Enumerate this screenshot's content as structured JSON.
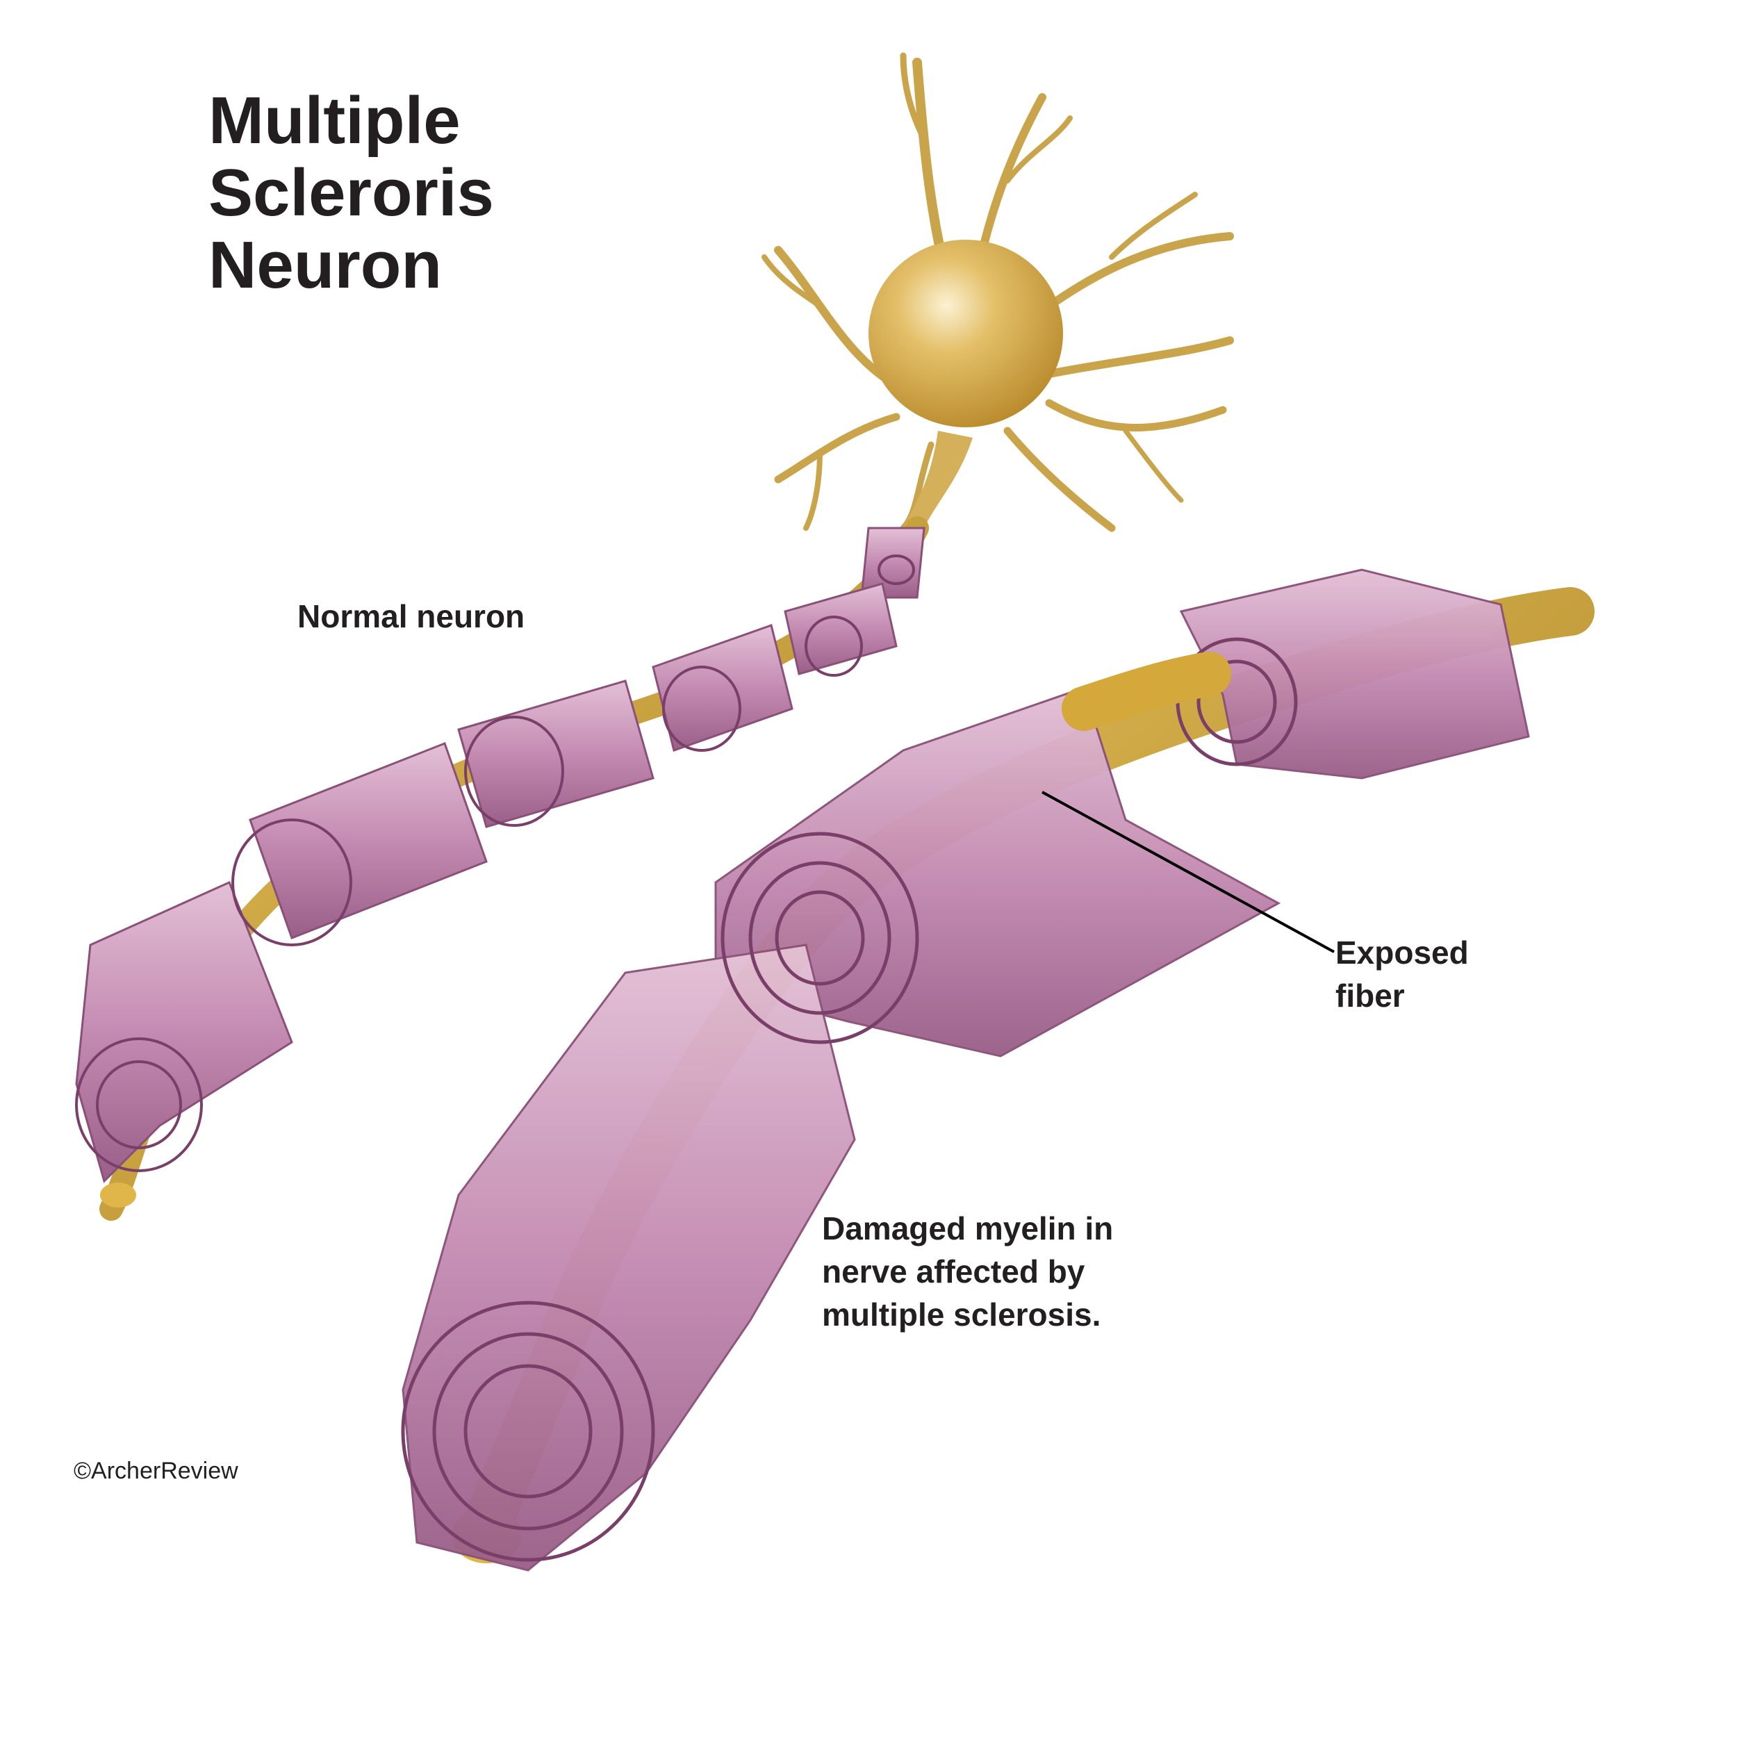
{
  "title": {
    "line1": "Multiple",
    "line2": "Scleroris",
    "line3": "Neuron"
  },
  "labels": {
    "normal": "Normal neuron",
    "exposed_line1": "Exposed",
    "exposed_line2": "fiber",
    "damaged_line1": "Damaged myelin in",
    "damaged_line2": "nerve affected by",
    "damaged_line3": "multiple sclerosis."
  },
  "credit": "©ArcherReview",
  "colors": {
    "axon": "#c79a2a",
    "axon_light": "#e6bf55",
    "myelin": "#c48bb2",
    "myelin_light": "#dcb1cd",
    "myelin_dark": "#9a5f88",
    "text": "#231f20"
  }
}
